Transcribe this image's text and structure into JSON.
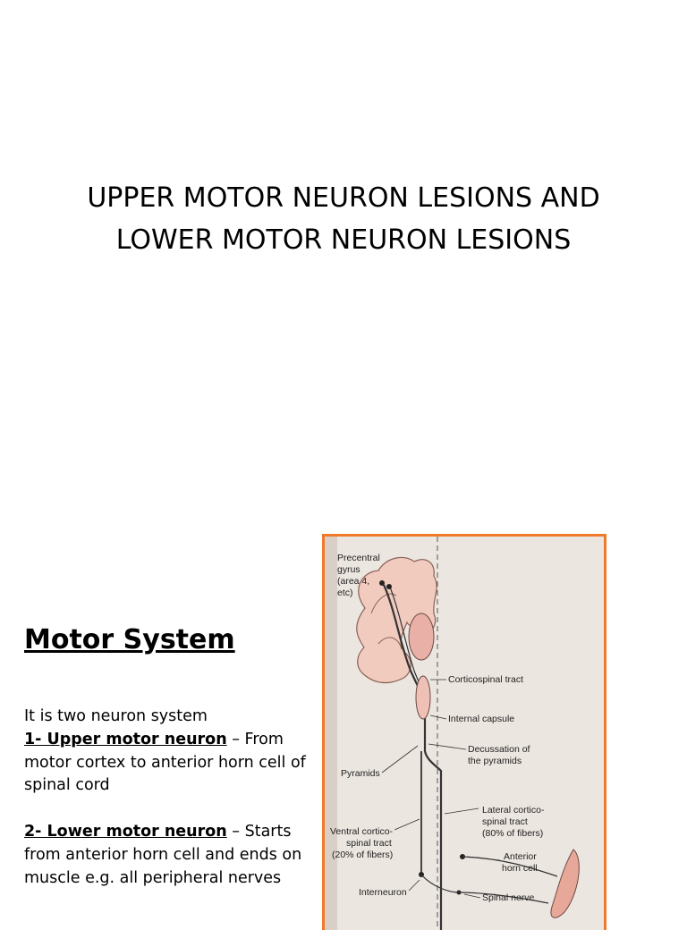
{
  "slide1": {
    "title_line1": "UPPER MOTOR NEURON LESIONS AND",
    "title_line2": "LOWER MOTOR NEURON LESIONS"
  },
  "slide2": {
    "heading": "Motor System",
    "intro": "It is two neuron system",
    "item1_label": "1- Upper motor neuron",
    "item1_text": " – From motor cortex to anterior horn cell of spinal cord",
    "item2_label": "2- Lower motor neuron",
    "item2_text": " – Starts from anterior horn cell and ends on muscle e.g. all peripheral nerves"
  },
  "figure": {
    "border_color": "#f07a2a",
    "labels": {
      "precentral_1": "Precentral",
      "precentral_2": "gyrus",
      "precentral_3": "(area 4,",
      "precentral_4": "etc)",
      "corticospinal": "Corticospinal tract",
      "internal_capsule": "Internal capsule",
      "decussation_1": "Decussation of",
      "decussation_2": "the pyramids",
      "pyramids": "Pyramids",
      "lateral_1": "Lateral cortico-",
      "lateral_2": "spinal tract",
      "lateral_3": "(80% of fibers)",
      "ventral_1": "Ventral cortico-",
      "ventral_2": "spinal tract",
      "ventral_3": "(20% of fibers)",
      "anterior_1": "Anterior",
      "anterior_2": "horn cell",
      "interneuron": "Interneuron",
      "spinal_nerve": "Spinal nerve"
    }
  }
}
